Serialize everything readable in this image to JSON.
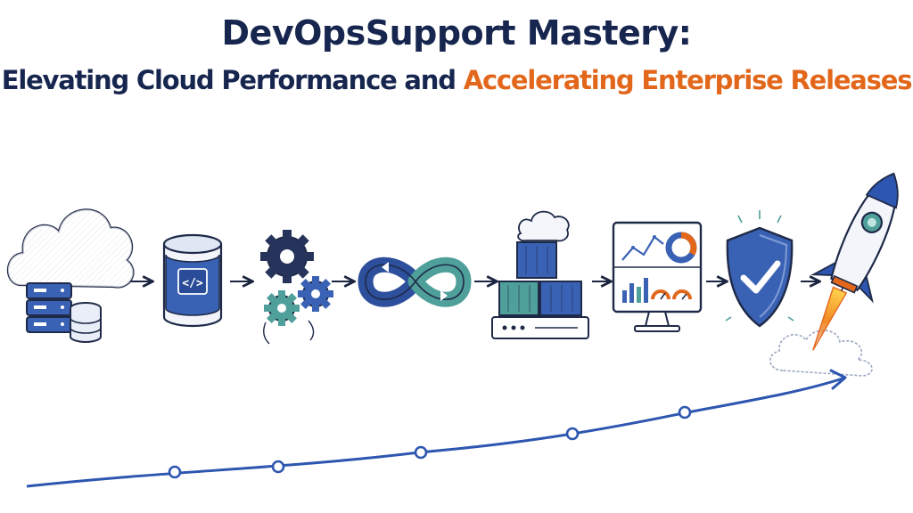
{
  "title": {
    "line1": "DevOpsSupport Mastery:",
    "line2_part1": "Elevating Cloud Performance and ",
    "line2_part2": "Accelerating Enterprise Releases"
  },
  "colors": {
    "navy": "#17264f",
    "orange": "#e2671b",
    "blue": "#3a62b4",
    "teal": "#4f9f9a",
    "line_blue": "#2d56b0"
  },
  "pipeline": {
    "steps": [
      {
        "name": "cloud-server",
        "icon": "cloud-server-icon"
      },
      {
        "name": "code-repository",
        "icon": "code-database-icon"
      },
      {
        "name": "automation",
        "icon": "gears-icon"
      },
      {
        "name": "ci-cd",
        "icon": "infinity-loop-icon"
      },
      {
        "name": "containers",
        "icon": "containers-icon"
      },
      {
        "name": "monitoring",
        "icon": "dashboard-monitor-icon"
      },
      {
        "name": "security",
        "icon": "shield-check-icon"
      },
      {
        "name": "release",
        "icon": "rocket-icon"
      }
    ]
  },
  "growth_line": {
    "milestones": 5
  }
}
